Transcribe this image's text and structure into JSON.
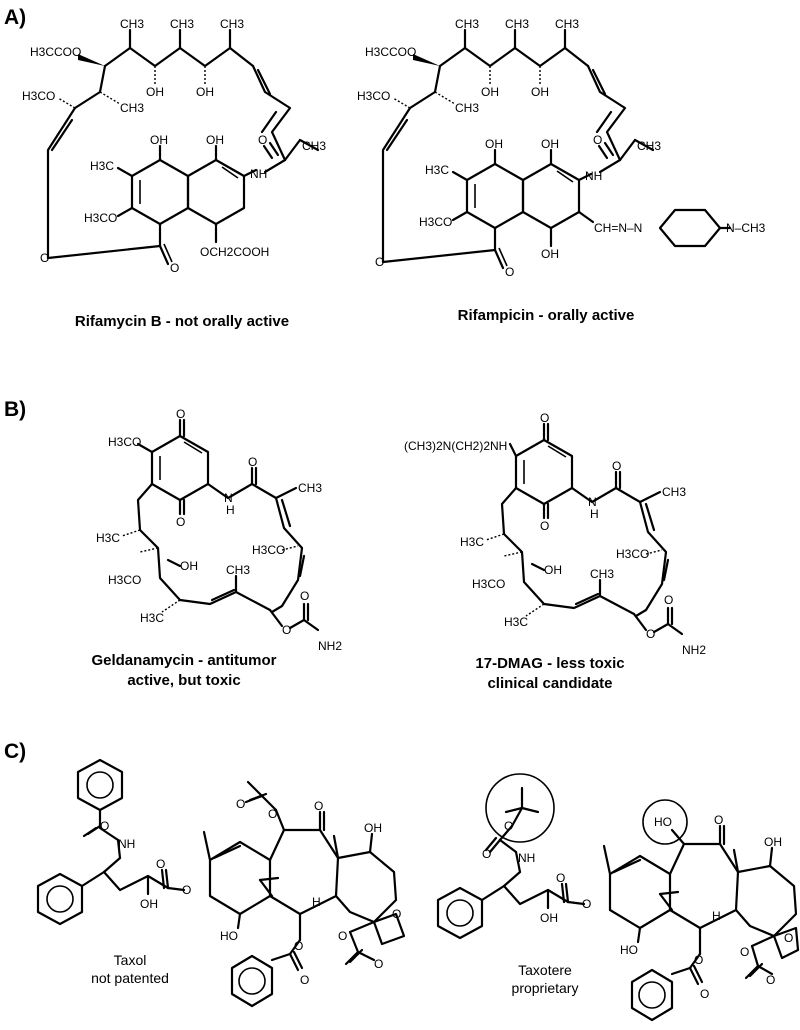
{
  "sections": {
    "a": {
      "label": "A)",
      "left": {
        "caption": "Rifamycin B - not orally active",
        "atoms": {
          "h3ccoo": "H3CCOO",
          "h3co": "H3CO",
          "ch3_1": "CH3",
          "ch3_2": "CH3",
          "ch3_3": "CH3",
          "ch3_4": "CH3",
          "ch3_5": "CH3",
          "oh_1": "OH",
          "oh_2": "OH",
          "oh_3": "OH",
          "oh_4": "OH",
          "o_ring": "O",
          "nh": "NH",
          "o_amide": "O",
          "h3c": "H3C",
          "h3co_ar": "H3CO",
          "o_bridge": "O",
          "o_carbonyl": "O",
          "och2cooh": "OCH2COOH"
        }
      },
      "right": {
        "caption": "Rifampicin - orally active",
        "atoms": {
          "h3ccoo": "H3CCOO",
          "h3co": "H3CO",
          "ch3_1": "CH3",
          "ch3_2": "CH3",
          "ch3_3": "CH3",
          "ch3_4": "CH3",
          "ch3_5": "CH3",
          "oh_1": "OH",
          "oh_2": "OH",
          "oh_3": "OH",
          "oh_4": "OH",
          "oh_5": "OH",
          "nh": "NH",
          "o_amide": "O",
          "h3c": "H3C",
          "h3co_ar": "H3CO",
          "o_bridge": "O",
          "o_carbonyl": "O",
          "hydrazone": "CH=N–N",
          "n_methyl": "N–CH3"
        }
      }
    },
    "b": {
      "label": "B)",
      "left": {
        "caption_line1": "Geldanamycin - antitumor",
        "caption_line2": "active, but toxic",
        "atoms": {
          "h3co_top": "H3CO",
          "o_top": "O",
          "o_bottom": "O",
          "nh": "N",
          "h": "H",
          "o_amide": "O",
          "ch3": "CH3",
          "h3c_1": "H3C",
          "h3co_1": "H3CO",
          "oh": "OH",
          "h3co_2": "H3CO",
          "ch3_2": "CH3",
          "h3c_2": "H3C",
          "o_carbamate": "O",
          "o_carbamate2": "O",
          "nh2": "NH2"
        }
      },
      "right": {
        "caption_line1": "17-DMAG - less toxic",
        "caption_line2": "clinical candidate",
        "atoms": {
          "amine": "(CH3)2N(CH2)2NH",
          "o_top": "O",
          "o_bottom": "O",
          "nh": "N",
          "h": "H",
          "o_amide": "O",
          "ch3": "CH3",
          "h3c_1": "H3C",
          "h3co_1": "H3CO",
          "oh": "OH",
          "h3co_2": "H3CO",
          "ch3_2": "CH3",
          "h3c_2": "H3C",
          "o_carbamate": "O",
          "o_carbamate2": "O",
          "nh2": "NH2"
        }
      }
    },
    "c": {
      "label": "C)",
      "left": {
        "caption_line1": "Taxol",
        "caption_line2": "not patented",
        "atoms": {
          "o_benzoyl": "O",
          "nh": "NH",
          "oh": "OH",
          "o_ester": "O",
          "o_ester2": "O",
          "o_acetate": "O",
          "o_acetate2": "O",
          "o_ketone": "O",
          "oh_right": "OH",
          "h": "H",
          "ho": "HO",
          "o_oxetane": "O",
          "o_bz": "O",
          "o_bz2": "O",
          "o_ac": "O",
          "o_ac2": "O"
        }
      },
      "right": {
        "caption_line1": "Taxotere",
        "caption_line2": "proprietary",
        "atoms": {
          "o_boc": "O",
          "o_boc2": "O",
          "nh": "NH",
          "oh": "OH",
          "o_ester": "O",
          "o_ester2": "O",
          "ho_top": "HO",
          "o_ketone": "O",
          "oh_right": "OH",
          "h": "H",
          "ho": "HO",
          "o_oxetane": "O",
          "o_bz": "O",
          "o_bz2": "O",
          "o_ac": "O",
          "o_ac2": "O"
        }
      }
    }
  }
}
